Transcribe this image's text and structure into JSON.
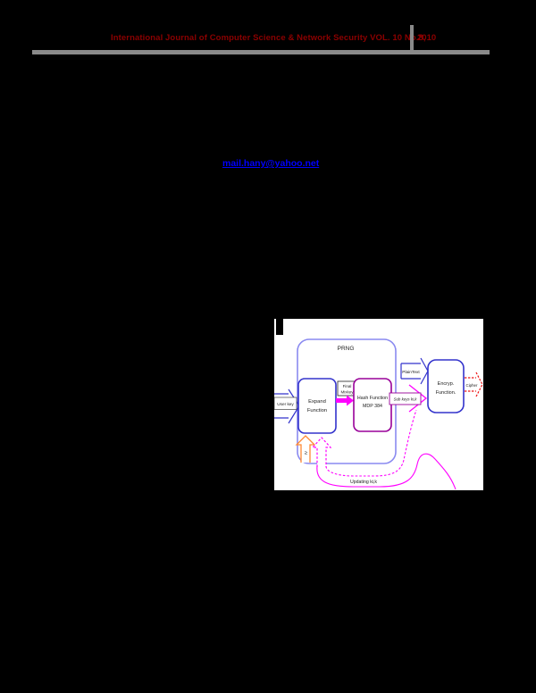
{
  "header": {
    "journal": "International Journal of Computer Science & Network Security VOL. 10 No.8,",
    "year": "2010"
  },
  "links": {
    "email": "mail.hany@yahoo.net"
  },
  "figure": {
    "prng_label": "PRNG",
    "user_key_label": "User key",
    "expand_fn_line1": "Expand",
    "expand_fn_line2": "Function",
    "mixkey_line1": "Final",
    "mixkey_line2": "Mixkey",
    "hash_fn_line1": "Hash Function",
    "hash_fn_line2": "MDP 384",
    "subkeys_label": "Sub keys ki,k",
    "plaintext_label": "PlainText",
    "encrypt_fn_line1": "Encryp.",
    "encrypt_fn_line2": "Function.",
    "cipher_label": "Cipher",
    "iv_label": "IV",
    "updating_label": "Updating ki,k"
  },
  "colors": {
    "page_bg": "#000000",
    "figure_bg": "#ffffff",
    "header_text": "#8b0000",
    "rule": "#8a8a8a",
    "link": "#0000ff",
    "prng_border": "#8a8af0",
    "blue_box": "#3333cc",
    "purple_box": "#990099",
    "magenta": "#ff00ff",
    "orange": "#ff8833",
    "red": "#ee1111"
  }
}
